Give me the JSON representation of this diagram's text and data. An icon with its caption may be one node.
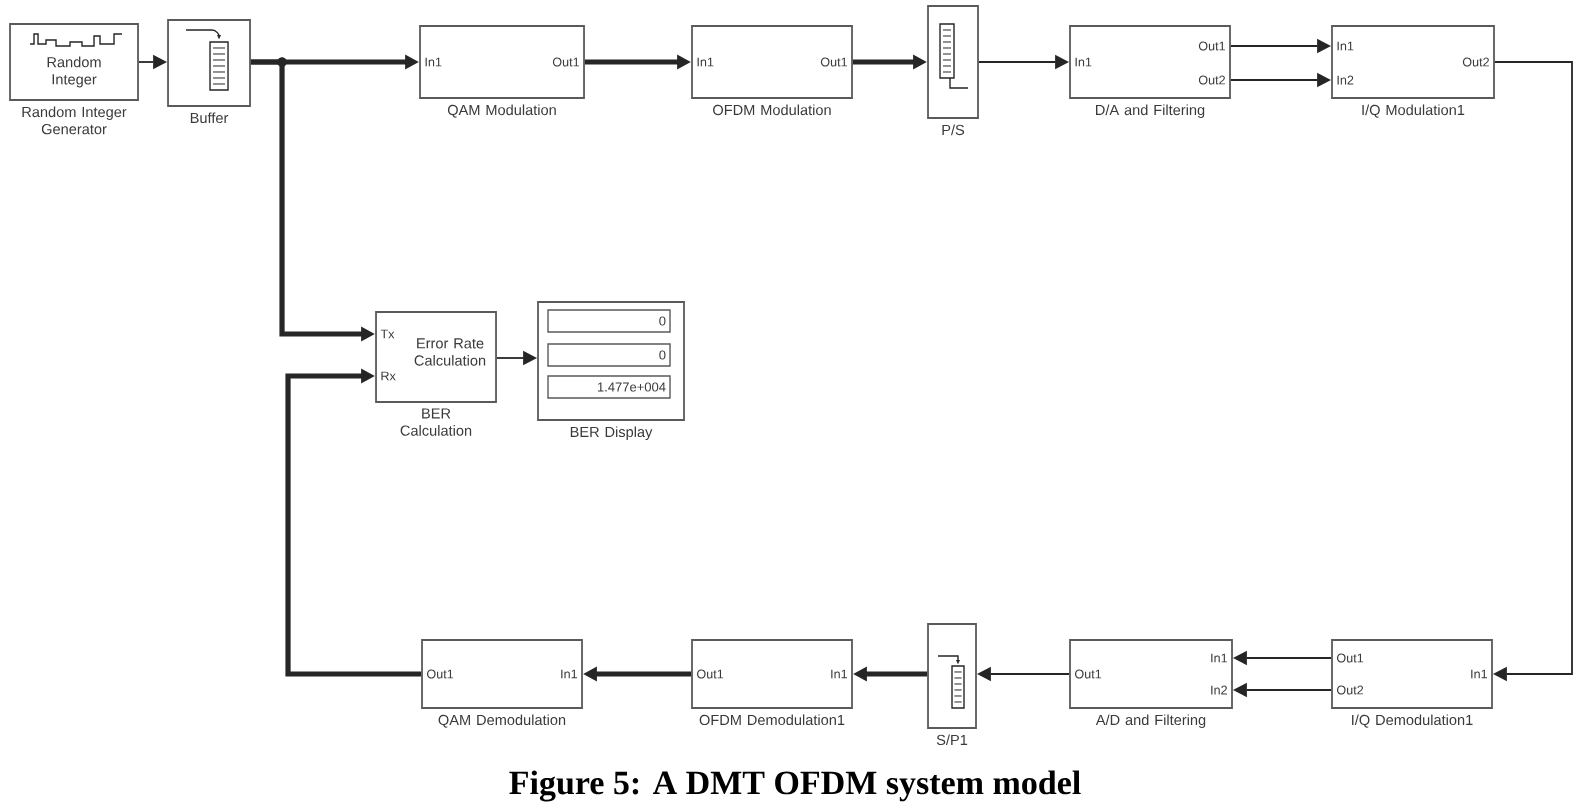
{
  "diagram": {
    "caption": "Figure 5: A DMT OFDM system model",
    "nodes": [
      {
        "text": [
          "Random Integer",
          "Random Integer Generator"
        ]
      },
      {
        "text": [
          "Buffer"
        ]
      },
      {
        "text": [
          "In1",
          "Out1",
          "QAM Modulation"
        ]
      },
      {
        "text": [
          "In1",
          "Out1",
          "OFDM Modulation"
        ]
      },
      {
        "text": [
          "P/S"
        ]
      },
      {
        "text": [
          "In1",
          "Out1",
          "Out2",
          "D/A and Filtering"
        ]
      },
      {
        "text": [
          "In1",
          "In2",
          "Out2",
          "I/Q Modulation1"
        ]
      },
      {
        "text": [
          "Tx",
          "Rx",
          "Error Rate Calculation",
          "BER Calculation"
        ]
      },
      {
        "text": [
          "BER Display"
        ]
      },
      {
        "text": [
          "0"
        ],
        "in": 8
      },
      {
        "text": [
          "0"
        ],
        "in": 8
      },
      {
        "text": [
          "1.477e+004"
        ],
        "in": 8
      },
      {
        "text": [
          "Out1",
          "In1",
          "QAM Demodulation"
        ]
      },
      {
        "text": [
          "Out1",
          "In1",
          "OFDM Demodulation1"
        ]
      },
      {
        "text": [
          "S/P1"
        ]
      },
      {
        "text": [
          "Out1",
          "In1",
          "In2",
          "A/D and Filtering"
        ]
      },
      {
        "text": [
          "Out1",
          "Out2",
          "In1",
          "I/Q Demodulation1"
        ]
      }
    ],
    "edges": [
      {
        "from": 0,
        "to": 1,
        "arrow": "to"
      },
      {
        "from": 1,
        "to": 2,
        "arrow": "to",
        "style": "thick"
      },
      {
        "from": 1,
        "to": 7,
        "arrow": "to",
        "style": "thick"
      },
      {
        "from": 2,
        "to": 3,
        "arrow": "to",
        "style": "thick"
      },
      {
        "from": 3,
        "to": 4,
        "arrow": "to",
        "style": "thick"
      },
      {
        "from": 4,
        "to": 5,
        "arrow": "to"
      },
      {
        "from": 5,
        "to": 6,
        "arrow": "to"
      },
      {
        "from": 5,
        "to": 6,
        "arrow": "to"
      },
      {
        "from": 6,
        "to": 16,
        "arrow": "to"
      },
      {
        "from": 16,
        "to": 15,
        "arrow": "to"
      },
      {
        "from": 16,
        "to": 15,
        "arrow": "to"
      },
      {
        "from": 15,
        "to": 14,
        "arrow": "to"
      },
      {
        "from": 14,
        "to": 13,
        "arrow": "to",
        "style": "thick"
      },
      {
        "from": 13,
        "to": 12,
        "arrow": "to",
        "style": "thick"
      },
      {
        "from": 12,
        "to": 7,
        "arrow": "to",
        "style": "thick"
      },
      {
        "from": 7,
        "to": 8,
        "arrow": "to"
      }
    ]
  }
}
